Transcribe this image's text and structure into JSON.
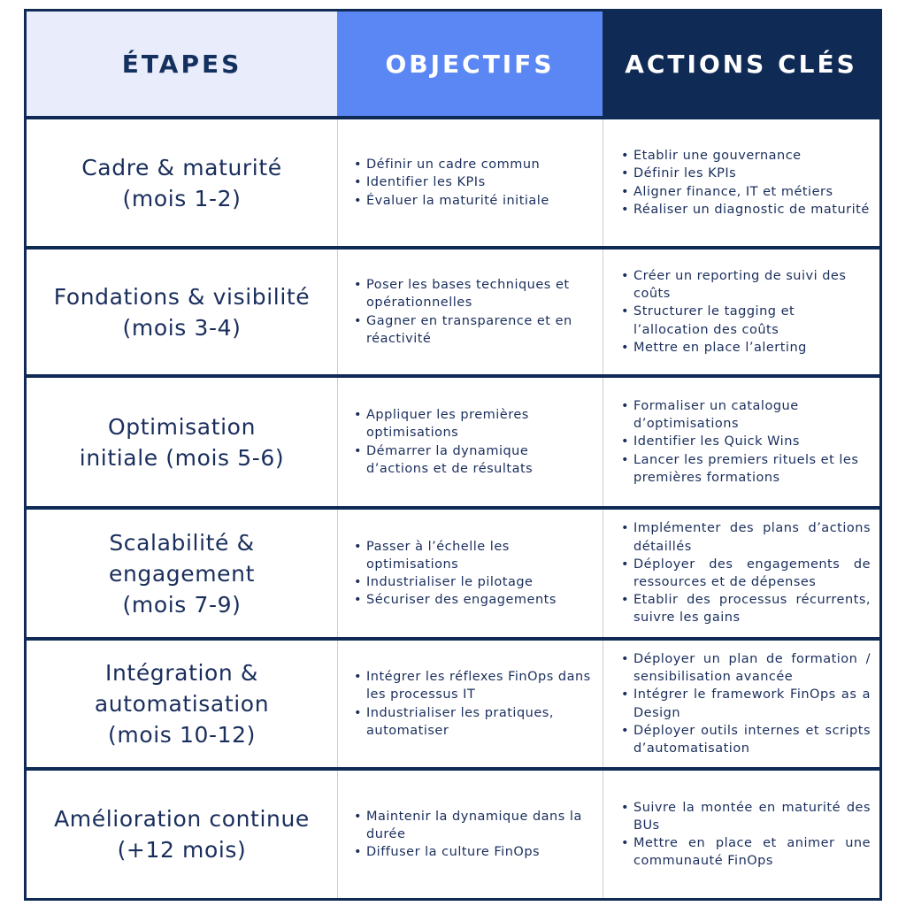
{
  "header": {
    "col1": "ÉTAPES",
    "col2": "OBJECTIFS",
    "col3": "ACTIONS CLÉS"
  },
  "colors": {
    "navy": "#0f2a55",
    "accent_blue": "#5b87f4",
    "light_header": "#e8ecfb",
    "text": "#1a2e5c"
  },
  "rows": [
    {
      "stage": [
        "Cadre & maturité",
        "(mois 1-2)"
      ],
      "objectives": [
        "Définir un cadre commun",
        "Identifier les KPIs",
        "Évaluer la maturité initiale"
      ],
      "actions": [
        "Etablir une gouvernance",
        "Définir les KPIs",
        "Aligner finance, IT et métiers",
        "Réaliser un diagnostic de maturité"
      ]
    },
    {
      "stage": [
        "Fondations & visibilité",
        "(mois 3-4)"
      ],
      "objectives": [
        "Poser les bases techniques et opérationnelles",
        "Gagner en transparence et en réactivité"
      ],
      "actions": [
        "Créer un reporting de suivi des coûts",
        "Structurer le tagging et l’allocation des coûts",
        "Mettre en place l’alerting"
      ]
    },
    {
      "stage": [
        "Optimisation",
        "initiale (mois 5-6)"
      ],
      "objectives": [
        "Appliquer les premières optimisations",
        "Démarrer la dynamique d’actions et de résultats"
      ],
      "actions": [
        "Formaliser un catalogue d’optimisations",
        "Identifier les Quick Wins",
        "Lancer les premiers rituels et les premières formations"
      ]
    },
    {
      "stage": [
        "Scalabilité &",
        "engagement",
        "(mois 7-9)"
      ],
      "objectives": [
        "Passer à l’échelle les optimisations",
        "Industrialiser le pilotage",
        "Sécuriser des engagements"
      ],
      "actions": [
        "Implémenter des plans d’actions détaillés",
        "Déployer des engagements de ressources et de dépenses",
        "Etablir des processus récurrents, suivre les gains"
      ]
    },
    {
      "stage": [
        "Intégration &",
        "automatisation",
        "(mois 10-12)"
      ],
      "objectives": [
        "Intégrer les réflexes FinOps dans les processus IT",
        "Industrialiser les pratiques, automatiser"
      ],
      "actions": [
        "Déployer un plan de formation / sensibilisation avancée",
        "Intégrer le framework FinOps as a Design",
        "Déployer outils internes et scripts d’automatisation"
      ]
    },
    {
      "stage": [
        "Amélioration continue",
        "(+12 mois)"
      ],
      "objectives": [
        "Maintenir la dynamique dans la durée",
        "Diffuser la culture FinOps"
      ],
      "actions": [
        "Suivre la montée en maturité des BUs",
        "Mettre en place et animer une communauté FinOps"
      ]
    }
  ]
}
